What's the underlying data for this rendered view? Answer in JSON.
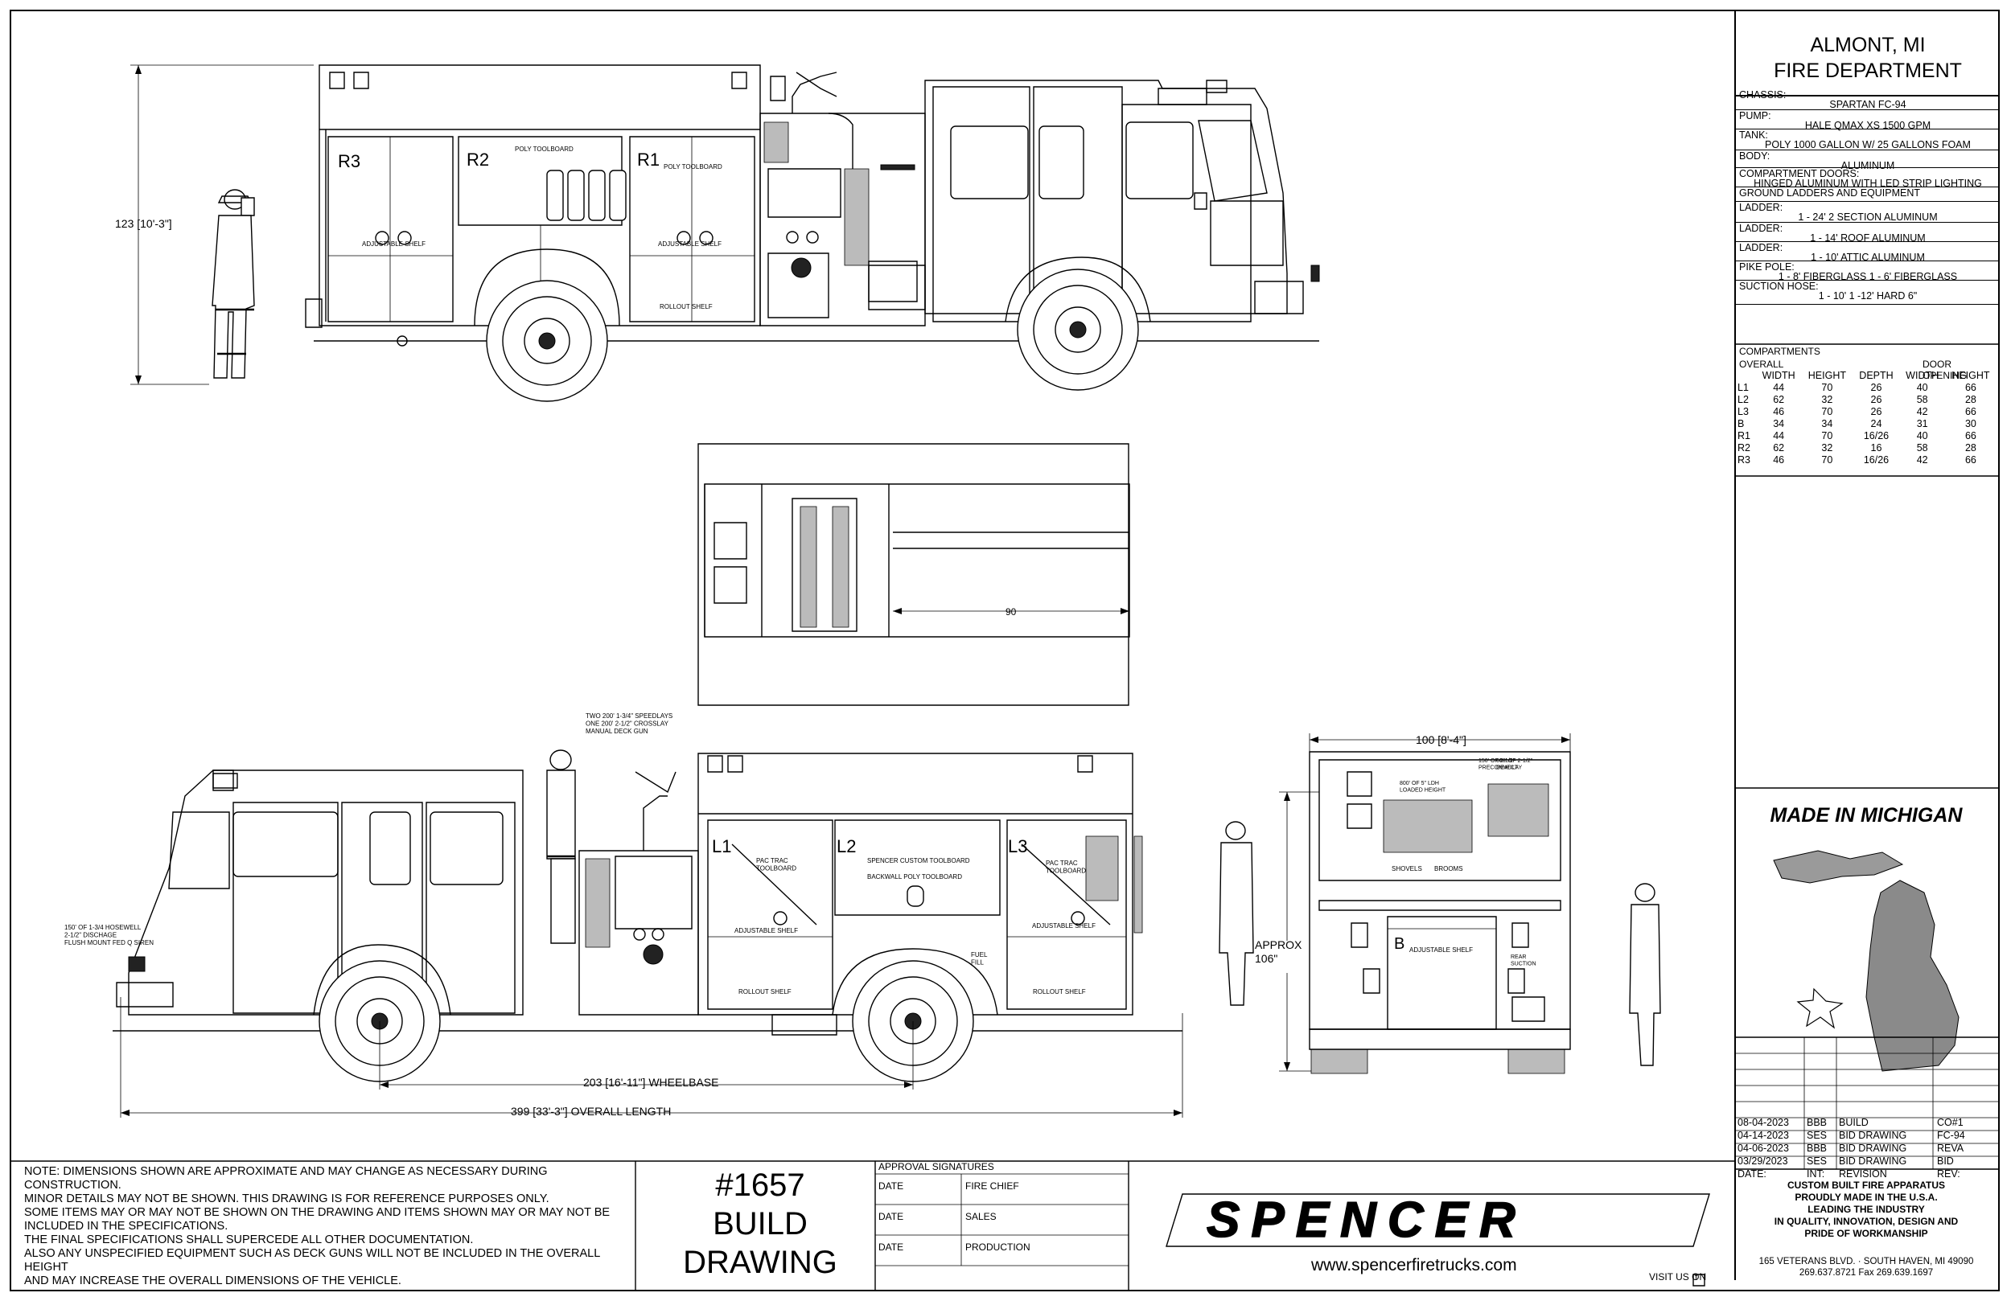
{
  "title": {
    "line1": "ALMONT, MI",
    "line2": "FIRE DEPARTMENT"
  },
  "specs": [
    {
      "key": "CHASSIS:",
      "value": "SPARTAN FC-94"
    },
    {
      "key": "PUMP:",
      "value": "HALE QMAX XS 1500 GPM"
    },
    {
      "key": "TANK:",
      "value": "POLY 1000 GALLON W/ 25 GALLONS FOAM"
    },
    {
      "key": "BODY:",
      "value": "ALUMINUM"
    },
    {
      "key": "COMPARTMENT DOORS:",
      "value": "HINGED ALUMINUM WITH LED STRIP LIGHTING"
    },
    {
      "key": "GROUND LADDERS AND EQUIPMENT",
      "value": ""
    },
    {
      "key": "LADDER:",
      "value": "1 - 24' 2 SECTION ALUMINUM"
    },
    {
      "key": "LADDER:",
      "value": "1 - 14' ROOF ALUMINUM"
    },
    {
      "key": "LADDER:",
      "value": "1 - 10' ATTIC ALUMINUM"
    },
    {
      "key": "PIKE POLE:",
      "value": "1 - 8' FIBERGLASS 1 - 6' FIBERGLASS"
    },
    {
      "key": "SUCTION HOSE:",
      "value": "1 - 10' 1 -12' HARD 6\""
    }
  ],
  "compartments": {
    "title": "COMPARTMENTS",
    "group_overall": "OVERALL",
    "group_door": "DOOR OPENING",
    "columns": [
      "",
      "WIDTH",
      "HEIGHT",
      "DEPTH",
      "WIDTH",
      "HEIGHT"
    ],
    "rows": [
      [
        "L1",
        "44",
        "70",
        "26",
        "40",
        "66"
      ],
      [
        "L2",
        "62",
        "32",
        "26",
        "58",
        "28"
      ],
      [
        "L3",
        "46",
        "70",
        "26",
        "42",
        "66"
      ],
      [
        "B",
        "34",
        "34",
        "24",
        "31",
        "30"
      ],
      [
        "R1",
        "44",
        "70",
        "16/26",
        "40",
        "66"
      ],
      [
        "R2",
        "62",
        "32",
        "16",
        "58",
        "28"
      ],
      [
        "R3",
        "46",
        "70",
        "16/26",
        "42",
        "66"
      ]
    ]
  },
  "made_in": "MADE IN MICHIGAN",
  "revisions": [
    [
      "08-04-2023",
      "BBB",
      "BUILD",
      "CO#1"
    ],
    [
      "04-14-2023",
      "SES",
      "BID DRAWING",
      "FC-94"
    ],
    [
      "04-06-2023",
      "BBB",
      "BID DRAWING",
      "REVA"
    ],
    [
      "03/29/2023",
      "SES",
      "BID DRAWING",
      "BID"
    ],
    [
      "DATE:",
      "INT:",
      "REVISION",
      "REV:"
    ]
  ],
  "company": {
    "tagline": [
      "CUSTOM BUILT FIRE APPARATUS",
      "PROUDLY MADE IN THE U.S.A.",
      "LEADING THE INDUSTRY",
      "IN QUALITY, INNOVATION, DESIGN AND",
      "PRIDE OF WORKMANSHIP"
    ],
    "address": "165 VETERANS BLVD. · SOUTH HAVEN, MI 49090",
    "phone": "269.637.8721   Fax 269.639.1697",
    "logo_text": "SPENCER",
    "website": "www.spencerfiretrucks.com",
    "visit": "VISIT US ON"
  },
  "notes": [
    "NOTE: DIMENSIONS SHOWN ARE APPROXIMATE AND MAY CHANGE AS NECESSARY DURING CONSTRUCTION.",
    "MINOR DETAILS MAY NOT BE SHOWN. THIS DRAWING IS FOR REFERENCE PURPOSES ONLY.",
    "SOME ITEMS MAY OR MAY NOT BE SHOWN ON THE DRAWING AND ITEMS SHOWN MAY OR MAY NOT BE",
    "INCLUDED IN THE SPECIFICATIONS.",
    "THE FINAL SPECIFICATIONS SHALL SUPERCEDE ALL OTHER DOCUMENTATION.",
    "ALSO ANY UNSPECIFIED EQUIPMENT SUCH AS DECK GUNS WILL NOT BE INCLUDED IN THE OVERALL HEIGHT",
    "AND MAY INCREASE THE OVERALL DIMENSIONS OF THE VEHICLE."
  ],
  "build": {
    "number": "#1657",
    "line2": "BUILD",
    "line3": "DRAWING"
  },
  "approval": {
    "title": "APPROVAL SIGNATURES",
    "rows": [
      {
        "a": "DATE",
        "b": "FIRE CHIEF"
      },
      {
        "a": "DATE",
        "b": "SALES"
      },
      {
        "a": "DATE",
        "b": "PRODUCTION"
      }
    ]
  },
  "drawing": {
    "height_dim": "123 [10'-3\"]",
    "top_dim": "90",
    "rear_width": "100 [8'-4\"]",
    "rear_height": "APPROX\n106\"",
    "wheelbase": "203 [16'-11\"] WHEELBASE",
    "overall_length": "399 [33'-3\"] OVERALL LENGTH",
    "right_labels": {
      "r3": "R3",
      "r2": "R2",
      "r1": "R1",
      "poly1": "POLY TOOLBOARD",
      "poly2": "POLY TOOLBOARD",
      "shelf1": "ADJUSTABLE SHELF",
      "shelf2": "ADJUSTABLE SHELF",
      "rollout": "ROLLOUT SHELF"
    },
    "left_labels": {
      "l1": "L1",
      "l2": "L2",
      "l3": "L3",
      "pac1": "PAC TRAC\nTOOLBOARD",
      "spencer": "SPENCER CUSTOM TOOLBOARD",
      "backwall": "BACKWALL POLY TOOLBOARD",
      "pac3": "PAC TRAC\nTOOLBOARD",
      "shelf1": "ADJUSTABLE SHELF",
      "shelf3": "ADJUSTABLE SHELF",
      "rollout1": "ROLLOUT SHELF",
      "rollout3": "ROLLOUT SHELF",
      "fuel": "FUEL\nFILL"
    },
    "speedlays": "TWO 200' 1-3/4\" SPEEDLAYS\nONE 200' 2-1/2\" CROSSLAY\nMANUAL DECK GUN",
    "front_note": "150' OF 1-3/4 HOSEWELL\n2-1/2\" DISCHAGE\nFLUSH MOUNT FED Q SIREN",
    "rear_labels": {
      "ldh": "800' OF 5\" LDH\nLOADED HEIGHT",
      "deadlay": "600' OF 2-1/2\"\nDEADLAY",
      "pre": "150' OF 2-1/2\"\nPRECONNECT",
      "shovels": "SHOVELS",
      "brooms": "BROOMS",
      "b": "B",
      "shelf": "ADJUSTABLE SHELF",
      "suction": "REAR\nSUCTION"
    }
  }
}
